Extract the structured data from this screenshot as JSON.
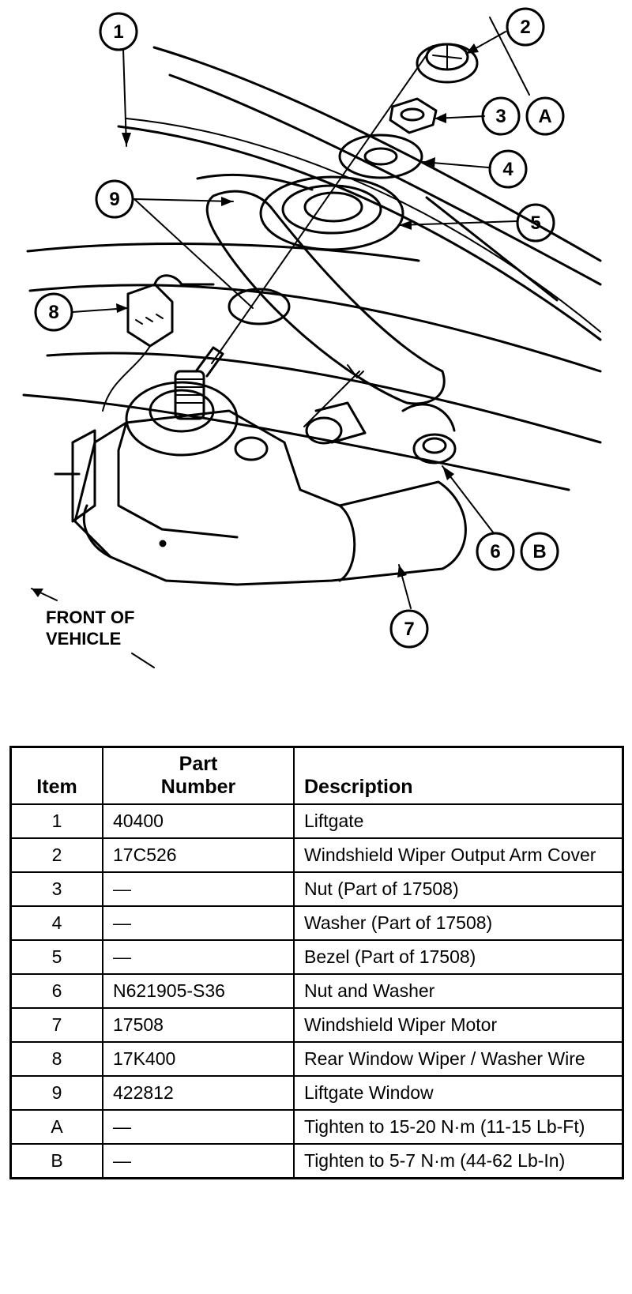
{
  "figure": {
    "callouts": [
      "1",
      "2",
      "3",
      "A",
      "4",
      "5",
      "9",
      "8",
      "6",
      "B",
      "7"
    ],
    "front_label_line1": "FRONT OF",
    "front_label_line2": "VEHICLE"
  },
  "table": {
    "headers": {
      "item": "Item",
      "part_line1": "Part",
      "part_line2": "Number",
      "description": "Description"
    },
    "rows": [
      {
        "item": "1",
        "part": "40400",
        "desc": "Liftgate"
      },
      {
        "item": "2",
        "part": "17C526",
        "desc": "Windshield Wiper Output Arm Cover"
      },
      {
        "item": "3",
        "part": "—",
        "desc": "Nut (Part of 17508)"
      },
      {
        "item": "4",
        "part": "—",
        "desc": "Washer (Part of 17508)"
      },
      {
        "item": "5",
        "part": "—",
        "desc": "Bezel (Part of 17508)"
      },
      {
        "item": "6",
        "part": "N621905-S36",
        "desc": "Nut and Washer"
      },
      {
        "item": "7",
        "part": "17508",
        "desc": "Windshield Wiper Motor"
      },
      {
        "item": "8",
        "part": "17K400",
        "desc": "Rear Window Wiper / Washer Wire"
      },
      {
        "item": "9",
        "part": "422812",
        "desc": "Liftgate Window"
      },
      {
        "item": "A",
        "part": "—",
        "desc": "Tighten to 15-20 N·m (11-15 Lb-Ft)"
      },
      {
        "item": "B",
        "part": "—",
        "desc": "Tighten to 5-7 N·m (44-62 Lb-In)"
      }
    ]
  }
}
